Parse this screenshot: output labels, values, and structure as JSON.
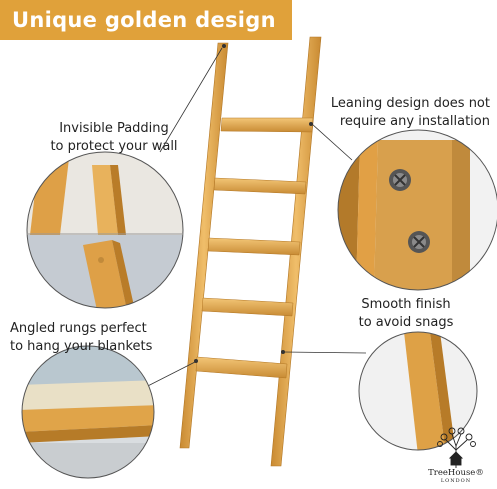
{
  "banner": {
    "title": "Unique golden design"
  },
  "callouts": {
    "padding": "Invisible Padding\nto protect your wall",
    "leaning": "Leaning design does not\nrequire any installation",
    "rungs": "Angled rungs perfect\nto hang your blankets",
    "finish": "Smooth finish\nto avoid snags"
  },
  "logo": {
    "name": "TreeHouse®",
    "city": "LONDON"
  },
  "colors": {
    "wood": "#dfa248",
    "wood_dark": "#b87c26",
    "wood_light": "#f0c070",
    "banner": "#e0a13a",
    "background": "#ffffff"
  },
  "icons": [
    "screw-icon",
    "tree-house-logo-icon"
  ]
}
